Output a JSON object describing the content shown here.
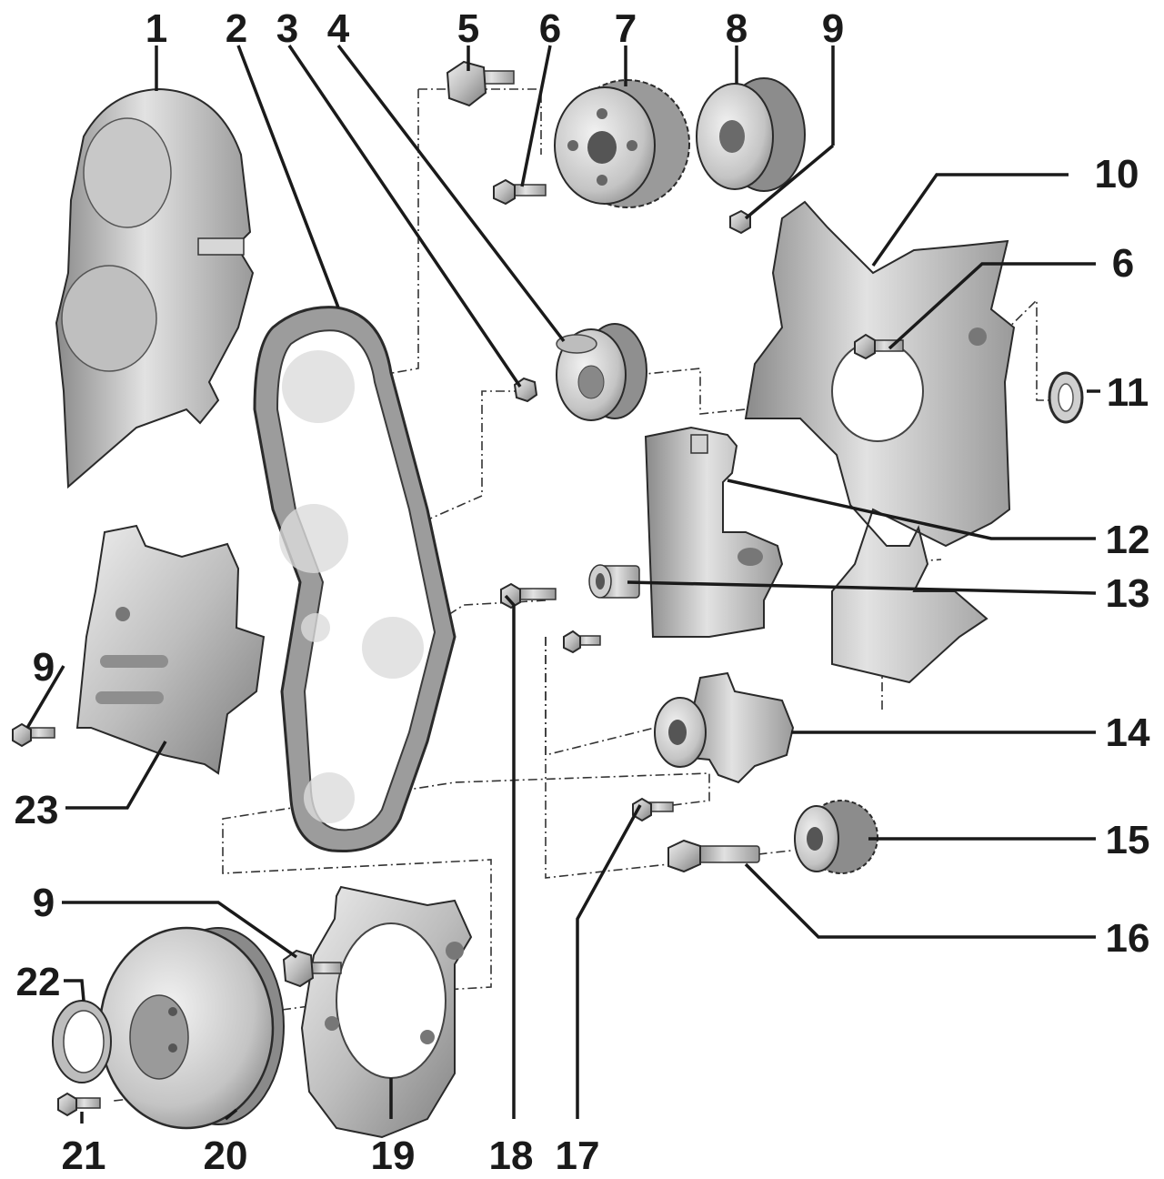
{
  "diagram": {
    "callouts": [
      {
        "id": "c1",
        "label": "1"
      },
      {
        "id": "c2",
        "label": "2"
      },
      {
        "id": "c3",
        "label": "3"
      },
      {
        "id": "c4",
        "label": "4"
      },
      {
        "id": "c5",
        "label": "5"
      },
      {
        "id": "c6a",
        "label": "6"
      },
      {
        "id": "c7",
        "label": "7"
      },
      {
        "id": "c8",
        "label": "8"
      },
      {
        "id": "c9a",
        "label": "9"
      },
      {
        "id": "c10",
        "label": "10"
      },
      {
        "id": "c6b",
        "label": "6"
      },
      {
        "id": "c11",
        "label": "11"
      },
      {
        "id": "c12",
        "label": "12"
      },
      {
        "id": "c13",
        "label": "13"
      },
      {
        "id": "c14",
        "label": "14"
      },
      {
        "id": "c15",
        "label": "15"
      },
      {
        "id": "c16",
        "label": "16"
      },
      {
        "id": "c17",
        "label": "17"
      },
      {
        "id": "c18",
        "label": "18"
      },
      {
        "id": "c19",
        "label": "19"
      },
      {
        "id": "c20",
        "label": "20"
      },
      {
        "id": "c21",
        "label": "21"
      },
      {
        "id": "c22",
        "label": "22"
      },
      {
        "id": "c9b",
        "label": "9"
      },
      {
        "id": "c23",
        "label": "23"
      },
      {
        "id": "c9c",
        "label": "9"
      }
    ],
    "colors": {
      "ink": "#1a1a1a",
      "metal_light": "#d9d9d9",
      "metal_mid": "#b3b3b3",
      "metal_dark": "#7a7a7a",
      "belt": "#9c9c9c",
      "background": "#ffffff"
    }
  }
}
